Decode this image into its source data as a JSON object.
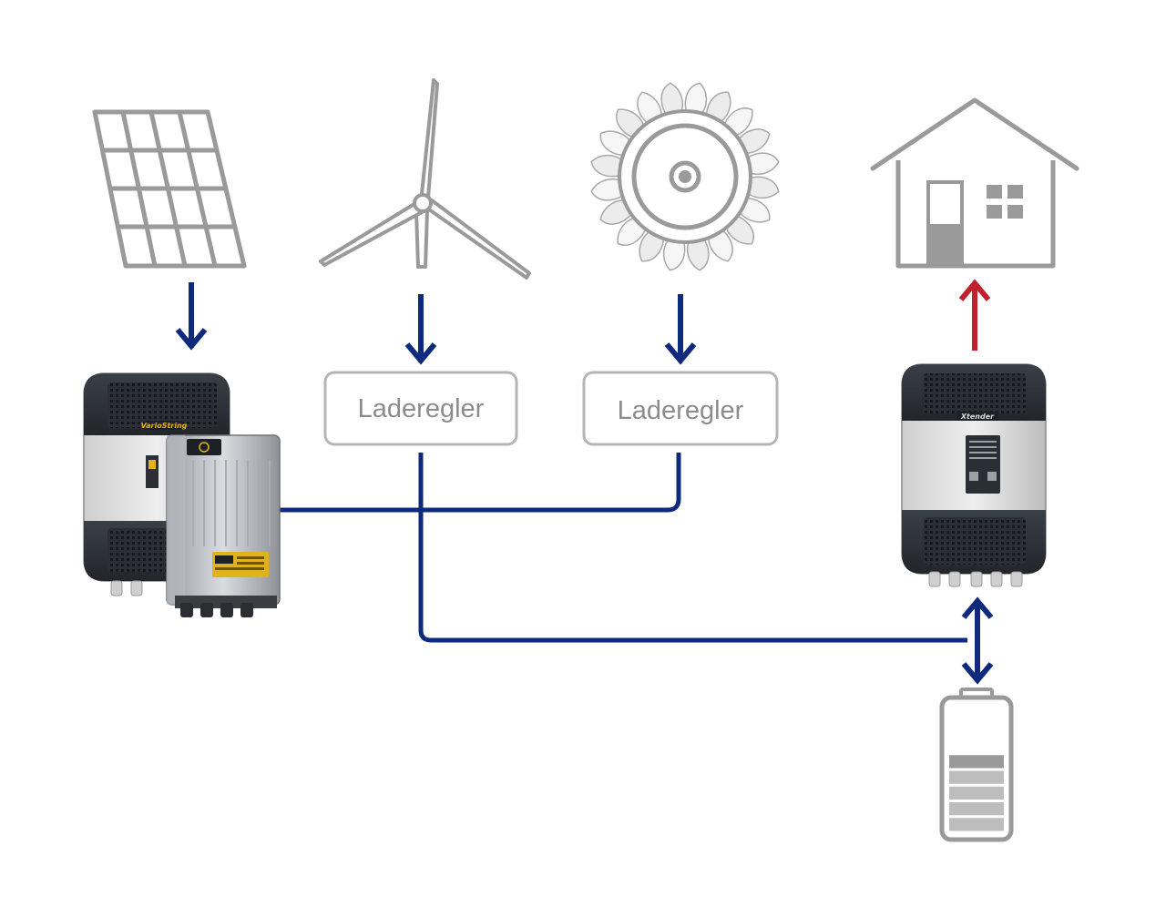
{
  "diagram": {
    "controllers": [
      {
        "label": "Laderegler"
      },
      {
        "label": "Laderegler"
      }
    ],
    "icons": [
      "solar-panel-icon",
      "wind-turbine-icon",
      "water-turbine-icon",
      "house-icon",
      "battery-icon"
    ],
    "devices": {
      "charge_unit_brand": "VarioString",
      "inverter_brand": "Xtender"
    },
    "battery": {
      "level": 0.62
    },
    "colors": {
      "flow_line": "#0d2a7d",
      "load_arrow": "#c2202e",
      "icon_outline": "#9a9a9a",
      "box_border": "#b5b5b5"
    }
  }
}
